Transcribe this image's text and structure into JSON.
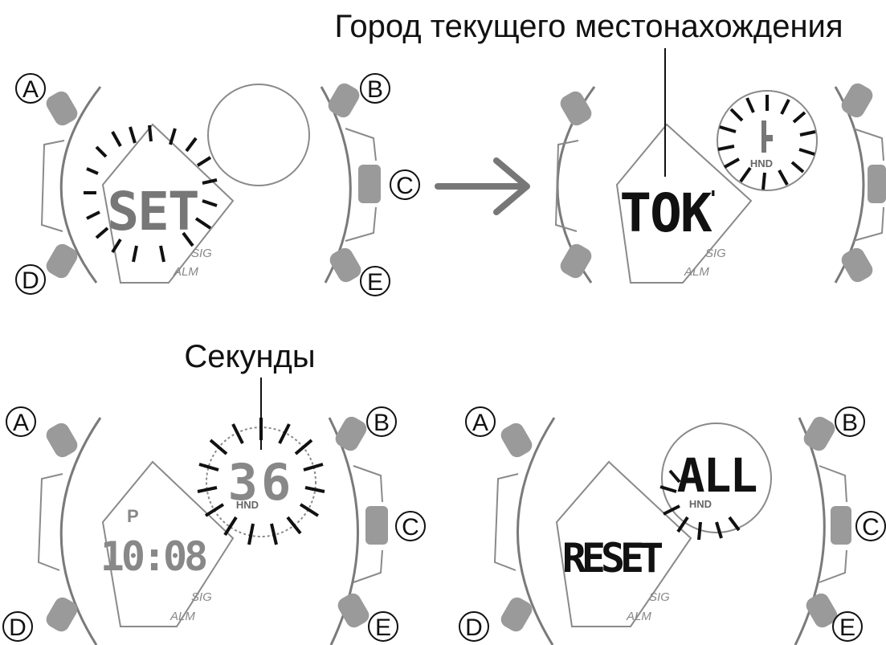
{
  "annotations": {
    "home_city": "Город текущего местонахождения",
    "seconds": "Секунды"
  },
  "buttons": [
    "A",
    "B",
    "C",
    "D",
    "E"
  ],
  "panels": [
    {
      "main_text": "SET",
      "indicators": [
        "SIG",
        "ALM"
      ]
    },
    {
      "main_text": "TOK",
      "sub_label": "HND",
      "indicators": [
        "SIG",
        "ALM"
      ]
    },
    {
      "pm": "P",
      "time": "10:08",
      "dial_text": "36",
      "sub_label": "HND",
      "indicators": [
        "SIG",
        "ALM"
      ]
    },
    {
      "main_text": "RESET",
      "dial_text": "ALL",
      "sub_label": "HND",
      "indicators": [
        "SIG",
        "ALM"
      ]
    }
  ],
  "colors": {
    "outline": "#7a7a7a",
    "button": "#9a9a9a",
    "ink": "#111111",
    "lcd_gray": "#888888",
    "arrow": "#777777"
  }
}
